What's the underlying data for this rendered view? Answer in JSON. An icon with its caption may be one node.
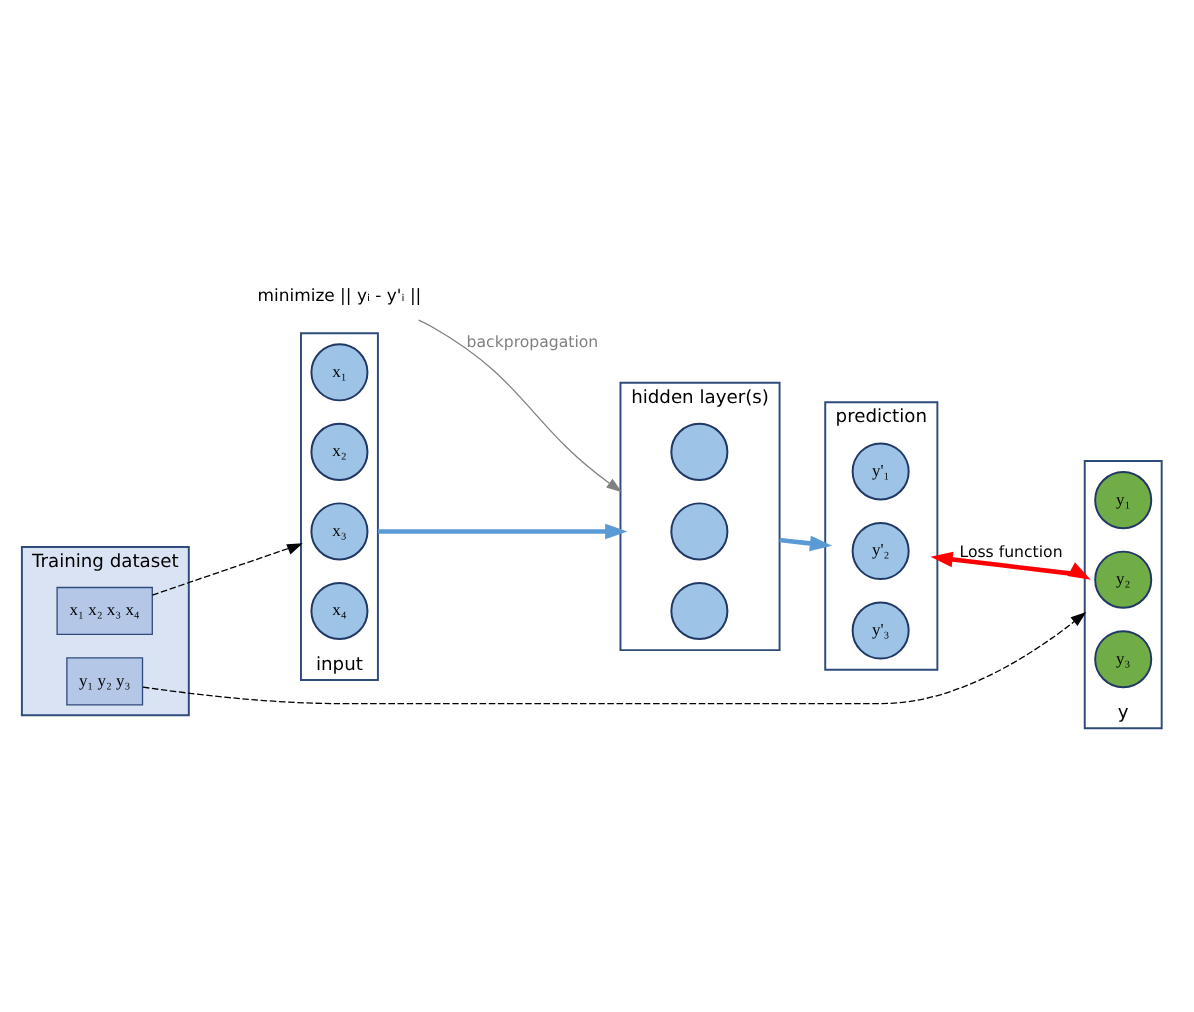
{
  "diagram": {
    "nodes": [
      {
        "text": [
          "Training dataset"
        ]
      },
      {
        "text": [
          "x₁ x₂ x₃ x₄"
        ],
        "in": 0
      },
      {
        "text": [
          "y₁ y₂ y₃"
        ],
        "in": 0
      },
      {
        "text": [
          "input"
        ]
      },
      {
        "text": [
          "x₁"
        ],
        "in": 3
      },
      {
        "text": [
          "x₂"
        ],
        "in": 3
      },
      {
        "text": [
          "x₃"
        ],
        "in": 3
      },
      {
        "text": [
          "x₄"
        ],
        "in": 3
      },
      {
        "text": [
          "hidden layer(s)"
        ]
      },
      {
        "text": [],
        "shape": "circle",
        "in": 8
      },
      {
        "text": [],
        "shape": "circle",
        "in": 8
      },
      {
        "text": [],
        "shape": "circle",
        "in": 8
      },
      {
        "text": [
          "prediction"
        ]
      },
      {
        "text": [
          "y'₁"
        ],
        "in": 12
      },
      {
        "text": [
          "y'₂"
        ],
        "in": 12
      },
      {
        "text": [
          "y'₃"
        ],
        "in": 12
      },
      {
        "text": [
          "y"
        ]
      },
      {
        "text": [
          "y₁"
        ],
        "in": 16
      },
      {
        "text": [
          "y₂"
        ],
        "in": 16
      },
      {
        "text": [
          "y₃"
        ],
        "in": 16
      },
      {
        "text": [
          "minimize || yᵢ - y'ᵢ ||"
        ]
      }
    ],
    "edges": [
      {
        "from": 1,
        "to": 3,
        "arrow": "to",
        "style": "dashed",
        "color": "#000000"
      },
      {
        "from": 2,
        "to": 16,
        "arrow": "to",
        "style": "dashed",
        "color": "#000000"
      },
      {
        "from": 3,
        "to": 8,
        "arrow": "to",
        "style": "thick",
        "color": "#5b9bd5"
      },
      {
        "from": 8,
        "to": 12,
        "arrow": "to",
        "style": "thick",
        "color": "#5b9bd5"
      },
      {
        "from": 12,
        "to": 16,
        "arrow": "both",
        "label": "Loss function",
        "style": "thick",
        "color": "#ff0000"
      },
      {
        "from": 20,
        "to": 8,
        "arrow": "to",
        "label": "backpropagation",
        "color": "#808080"
      }
    ]
  }
}
